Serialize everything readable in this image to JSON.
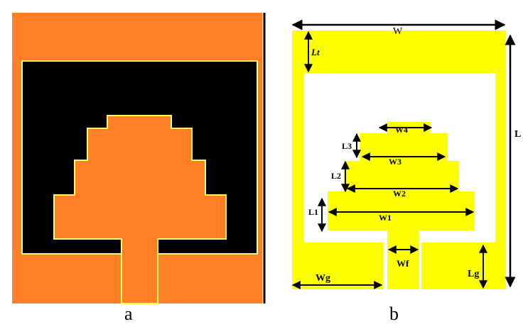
{
  "figure": {
    "panel_a_label": "a",
    "panel_b_label": "b"
  },
  "colors": {
    "patch_orange": "#FF7F27",
    "substrate_black": "#000000",
    "edge_yellow": "#FFFF66",
    "metal_yellow": "#FFFF00",
    "divider_black": "#000000",
    "dimension_arrow": "#000000"
  },
  "dimensions": {
    "W": "W",
    "L": "L",
    "Lt": "Lt",
    "W4": "W4",
    "L3": "L3",
    "W3": "W3",
    "L2": "L2",
    "W2": "W2",
    "L1": "L1",
    "W1": "W1",
    "Wf": "Wf",
    "Wg": "Wg",
    "Lg": "Lg"
  }
}
